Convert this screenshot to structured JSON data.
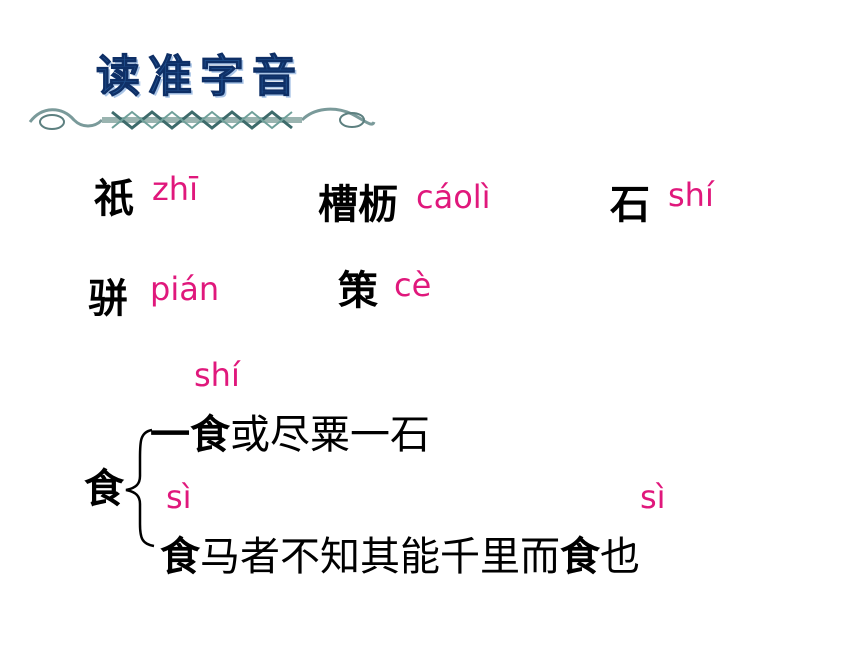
{
  "title": "读准字音",
  "words": [
    {
      "hanzi": "祇",
      "pinyin": "zhī"
    },
    {
      "hanzi": "槽枥",
      "pinyin": "cáolì"
    },
    {
      "hanzi": "石",
      "pinyin": "shí"
    },
    {
      "hanzi": "骈",
      "pinyin": "pián"
    },
    {
      "hanzi": "策",
      "pinyin": "cè"
    }
  ],
  "polyphone": {
    "char": "食",
    "reading1": {
      "pinyin": "shí",
      "bold": "一食",
      "rest": "或尽粟一石"
    },
    "reading2": {
      "pinyin_a": "sì",
      "pinyin_b": "sì",
      "bold_a": "食",
      "mid": "马者不知其能千里而",
      "bold_b": "食",
      "end": "也"
    }
  },
  "colors": {
    "pinyin": "#e0187c",
    "title": "#1f4e8c"
  }
}
